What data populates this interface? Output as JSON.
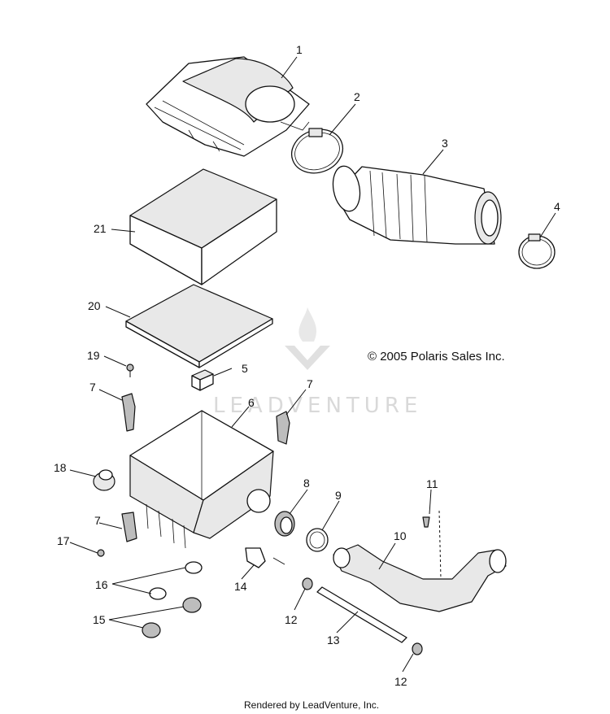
{
  "copyright": "© 2005 Polaris Sales Inc.",
  "footer": "Rendered by LeadVenture, Inc.",
  "watermark": "LEADVENTURE",
  "callouts": {
    "c1": "1",
    "c2": "2",
    "c3": "3",
    "c4": "4",
    "c5": "5",
    "c6": "6",
    "c7a": "7",
    "c7b": "7",
    "c7c": "7",
    "c8": "8",
    "c9": "9",
    "c10": "10",
    "c11": "11",
    "c12a": "12",
    "c12b": "12",
    "c13": "13",
    "c14": "14",
    "c15": "15",
    "c16": "16",
    "c17": "17",
    "c18": "18",
    "c19": "19",
    "c20": "20",
    "c21": "21"
  }
}
